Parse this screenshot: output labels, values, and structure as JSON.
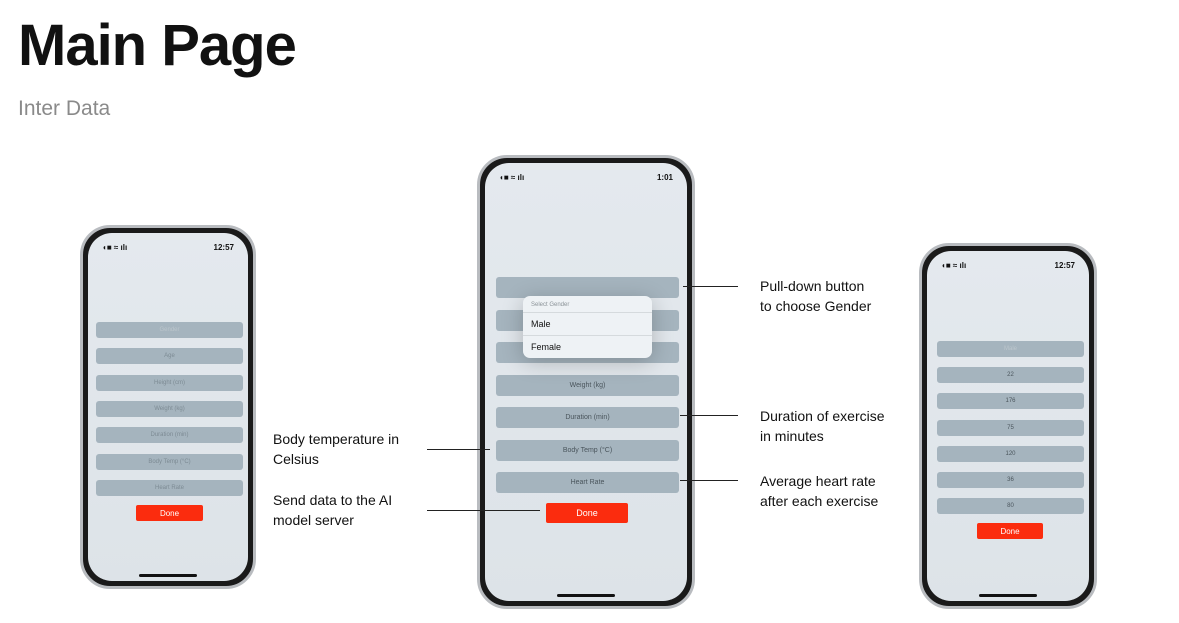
{
  "header": {
    "title": "Main Page",
    "subtitle": "Inter Data"
  },
  "phones": [
    {
      "time": "12:57",
      "fields": [
        "Gender",
        "Age",
        "Height (cm)",
        "Weight (kg)",
        "Duration (min)",
        "Body Temp (°C)",
        "Heart Rate"
      ],
      "done": "Done"
    },
    {
      "time": "1:01",
      "fields": [
        "",
        "",
        "",
        "Weight (kg)",
        "Duration (min)",
        "Body Temp (°C)",
        "Heart Rate"
      ],
      "done": "Done",
      "popup": {
        "header": "Select Gender",
        "options": [
          "Male",
          "Female"
        ]
      }
    },
    {
      "time": "12:57",
      "fields": [
        "Male",
        "22",
        "176",
        "75",
        "120",
        "36",
        "80"
      ],
      "done": "Done"
    }
  ],
  "annotations": {
    "gender": "Pull-down button\nto choose Gender",
    "duration": "Duration of exercise\nin minutes",
    "heart": "Average heart rate\nafter each exercise",
    "temp": "Body temperature in\nCelsius",
    "send": "Send data to the AI\nmodel server"
  }
}
